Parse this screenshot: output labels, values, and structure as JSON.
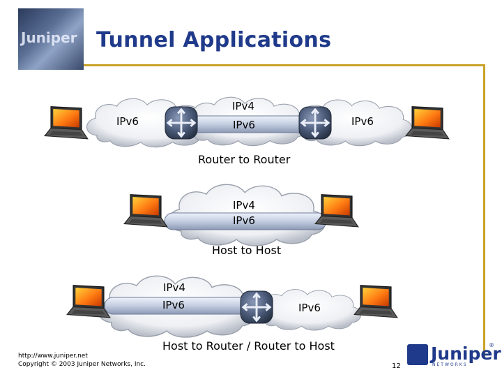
{
  "slide": {
    "title": "Tunnel Applications",
    "photo_text": "Juniper"
  },
  "diagram1": {
    "left_label": "IPv6",
    "right_label": "IPv6",
    "top_label": "IPv4",
    "tunnel_label": "IPv6",
    "caption": "Router to Router"
  },
  "diagram2": {
    "top_label": "IPv4",
    "tunnel_label": "IPv6",
    "caption": "Host to Host"
  },
  "diagram3": {
    "top_label": "IPv4",
    "tunnel_label": "IPv6",
    "right_label": "IPv6",
    "caption": "Host to Router / Router to Host"
  },
  "footer": {
    "url": "http://www.juniper.net",
    "copyright": "Copyright © 2003 Juniper Networks, Inc.",
    "page_number": "12"
  },
  "logo": {
    "name": "Juniper",
    "sub": "NETWORKS",
    "reg": "®"
  },
  "icons": [
    "laptop-icon",
    "router-icon",
    "cloud-icon"
  ],
  "colors": {
    "title": "#1f3a8a",
    "rule": "#c9a227",
    "tunnel": "#c3cde0",
    "router": "#4a5a78"
  }
}
